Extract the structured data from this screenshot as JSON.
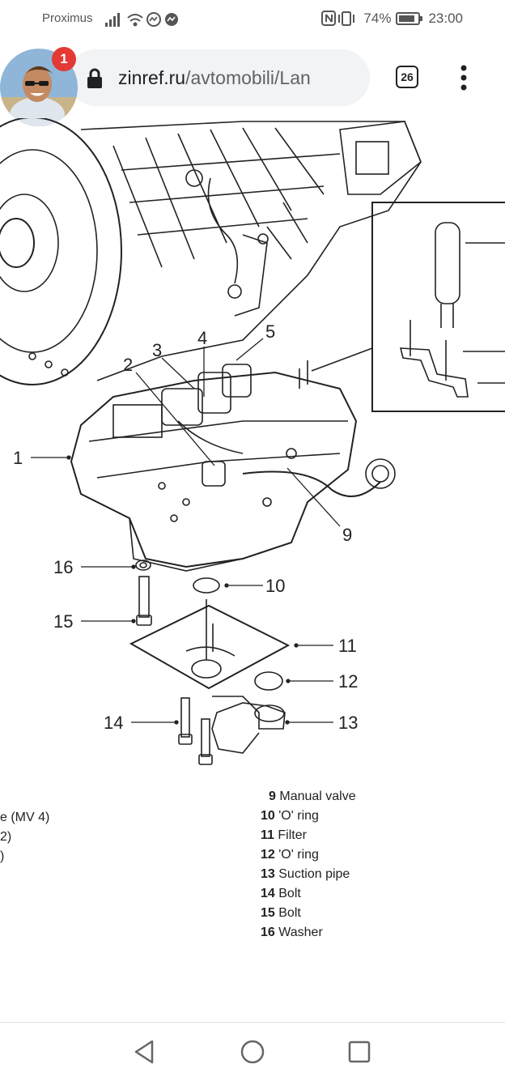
{
  "status_bar": {
    "carrier": "Proximus",
    "battery": "74%",
    "time": "23:00"
  },
  "browser": {
    "url_host": "zinref.ru",
    "url_path": "/avtomobili/Lan",
    "tab_count": "26",
    "notification_count": "1"
  },
  "diagram": {
    "callouts": [
      "1",
      "2",
      "3",
      "4",
      "5",
      "9",
      "10",
      "11",
      "12",
      "13",
      "14",
      "15",
      "16"
    ]
  },
  "legend": {
    "left_fragments": [
      "e (MV 4)",
      "2)",
      ")"
    ],
    "items": [
      {
        "num": "9",
        "label": "Manual valve"
      },
      {
        "num": "10",
        "label": "'O' ring"
      },
      {
        "num": "11",
        "label": "Filter"
      },
      {
        "num": "12",
        "label": "'O' ring"
      },
      {
        "num": "13",
        "label": "Suction pipe"
      },
      {
        "num": "14",
        "label": "Bolt"
      },
      {
        "num": "15",
        "label": "Bolt"
      },
      {
        "num": "16",
        "label": "Washer"
      }
    ]
  },
  "nav_bar": {
    "icons": [
      "back-icon",
      "home-icon",
      "recents-icon"
    ]
  }
}
